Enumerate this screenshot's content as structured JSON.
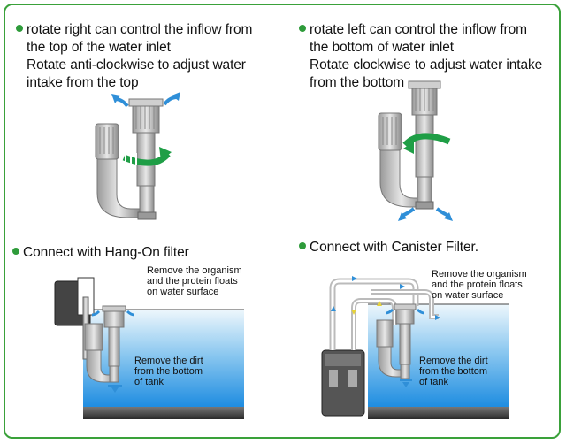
{
  "top_left": {
    "line1": "rotate right can control the inflow from",
    "line2": "the top of the water inlet",
    "line3": "Rotate anti-clockwise to adjust water",
    "line4": "intake from the top"
  },
  "top_right": {
    "line1": "rotate left can control the inflow from",
    "line2": "the bottom of water inlet",
    "line3": "Rotate clockwise to adjust water intake",
    "line4": "from the bottom"
  },
  "bottom_left": {
    "heading": "Connect with Hang-On filter",
    "surface_note": [
      "Remove the organism",
      "and the protein floats",
      "on water surface"
    ],
    "dirt_note": [
      "Remove the dirt",
      "from the bottom",
      "of tank"
    ]
  },
  "bottom_right": {
    "heading": "Connect with Canister Filter.",
    "surface_note": [
      "Remove the organism",
      "and the protein floats",
      "on water surface"
    ],
    "dirt_note": [
      "Remove the dirt",
      "from the bottom",
      "of tank"
    ]
  },
  "colors": {
    "border": "#3aa13a",
    "bullet": "#2e9b3a",
    "rotation_arrow": "#1f9e46",
    "flow_arrow": "#2f8fd8",
    "water_top": "#e6f3fb",
    "water_bottom": "#1e8fe0",
    "gravel": "#3a3a3a"
  },
  "icons": [
    "rotation-arrow-icon",
    "flow-arrow-icon",
    "bullet-icon"
  ]
}
